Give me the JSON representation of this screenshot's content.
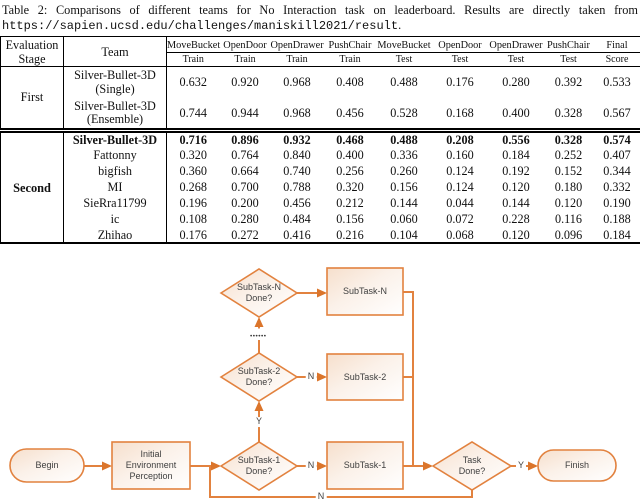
{
  "caption": {
    "prefix": "Table 2: Comparisons of different teams for No Interaction task on leaderboard. Results are directly taken from ",
    "url": "https://sapien.ucsd.edu/challenges/maniskill2021/result",
    "suffix": "."
  },
  "table": {
    "header": {
      "stage_lines": [
        "Evaluation",
        "Stage"
      ],
      "team": "Team",
      "tasks": [
        "MoveBucket",
        "OpenDoor",
        "OpenDrawer",
        "PushChair",
        "MoveBucket",
        "OpenDoor",
        "OpenDrawer",
        "PushChair"
      ],
      "splits": [
        "Train",
        "Train",
        "Train",
        "Train",
        "Test",
        "Test",
        "Test",
        "Test"
      ],
      "final_lines": [
        "Final",
        "Score"
      ]
    },
    "groups": [
      {
        "stage": "First",
        "rows": [
          {
            "team_lines": [
              "Silver-Bullet-3D",
              "(Single)"
            ],
            "bold": false,
            "values": [
              "0.632",
              "0.920",
              "0.968",
              "0.408",
              "0.488",
              "0.176",
              "0.280",
              "0.392",
              "0.533"
            ]
          },
          {
            "team_lines": [
              "Silver-Bullet-3D",
              "(Ensemble)"
            ],
            "bold": false,
            "values": [
              "0.744",
              "0.944",
              "0.968",
              "0.456",
              "0.528",
              "0.168",
              "0.400",
              "0.328",
              "0.567"
            ]
          }
        ]
      },
      {
        "stage": "Second",
        "rows": [
          {
            "team_lines": [
              "Silver-Bullet-3D"
            ],
            "bold": true,
            "values": [
              "0.716",
              "0.896",
              "0.932",
              "0.468",
              "0.488",
              "0.208",
              "0.556",
              "0.328",
              "0.574"
            ]
          },
          {
            "team_lines": [
              "Fattonny"
            ],
            "bold": false,
            "values": [
              "0.320",
              "0.764",
              "0.840",
              "0.400",
              "0.336",
              "0.160",
              "0.184",
              "0.252",
              "0.407"
            ]
          },
          {
            "team_lines": [
              "bigfish"
            ],
            "bold": false,
            "values": [
              "0.360",
              "0.664",
              "0.740",
              "0.256",
              "0.260",
              "0.124",
              "0.192",
              "0.152",
              "0.344"
            ]
          },
          {
            "team_lines": [
              "MI"
            ],
            "bold": false,
            "values": [
              "0.268",
              "0.700",
              "0.788",
              "0.320",
              "0.156",
              "0.124",
              "0.120",
              "0.180",
              "0.332"
            ]
          },
          {
            "team_lines": [
              "SieRra11799"
            ],
            "bold": false,
            "values": [
              "0.196",
              "0.200",
              "0.456",
              "0.212",
              "0.144",
              "0.044",
              "0.144",
              "0.120",
              "0.190"
            ]
          },
          {
            "team_lines": [
              "ic"
            ],
            "bold": false,
            "values": [
              "0.108",
              "0.280",
              "0.484",
              "0.156",
              "0.060",
              "0.072",
              "0.228",
              "0.116",
              "0.188"
            ]
          },
          {
            "team_lines": [
              "Zhihao"
            ],
            "bold": false,
            "values": [
              "0.176",
              "0.272",
              "0.416",
              "0.216",
              "0.104",
              "0.068",
              "0.120",
              "0.096",
              "0.184"
            ]
          }
        ]
      }
    ]
  },
  "flowchart": {
    "nodes": {
      "begin": "Begin",
      "initial_perception": "Initial Environment Perception",
      "subtask1_done": "SubTask-1 Done?",
      "subtask1": "SubTask-1",
      "subtask2_done": "SubTask-2 Done?",
      "subtask2": "SubTask-2",
      "subtaskN_done": "SubTask-N Done?",
      "subtaskN": "SubTask-N",
      "task_done": "Task Done?",
      "finish": "Finish"
    },
    "edge_labels": {
      "yes": "Y",
      "no": "N"
    },
    "ellipsis": "......",
    "colors": {
      "connector": "#E2823F",
      "arrowhead": "#DB752B",
      "shape_fill_tint": "#F6DFCC",
      "text": "#3F3F3F"
    }
  }
}
